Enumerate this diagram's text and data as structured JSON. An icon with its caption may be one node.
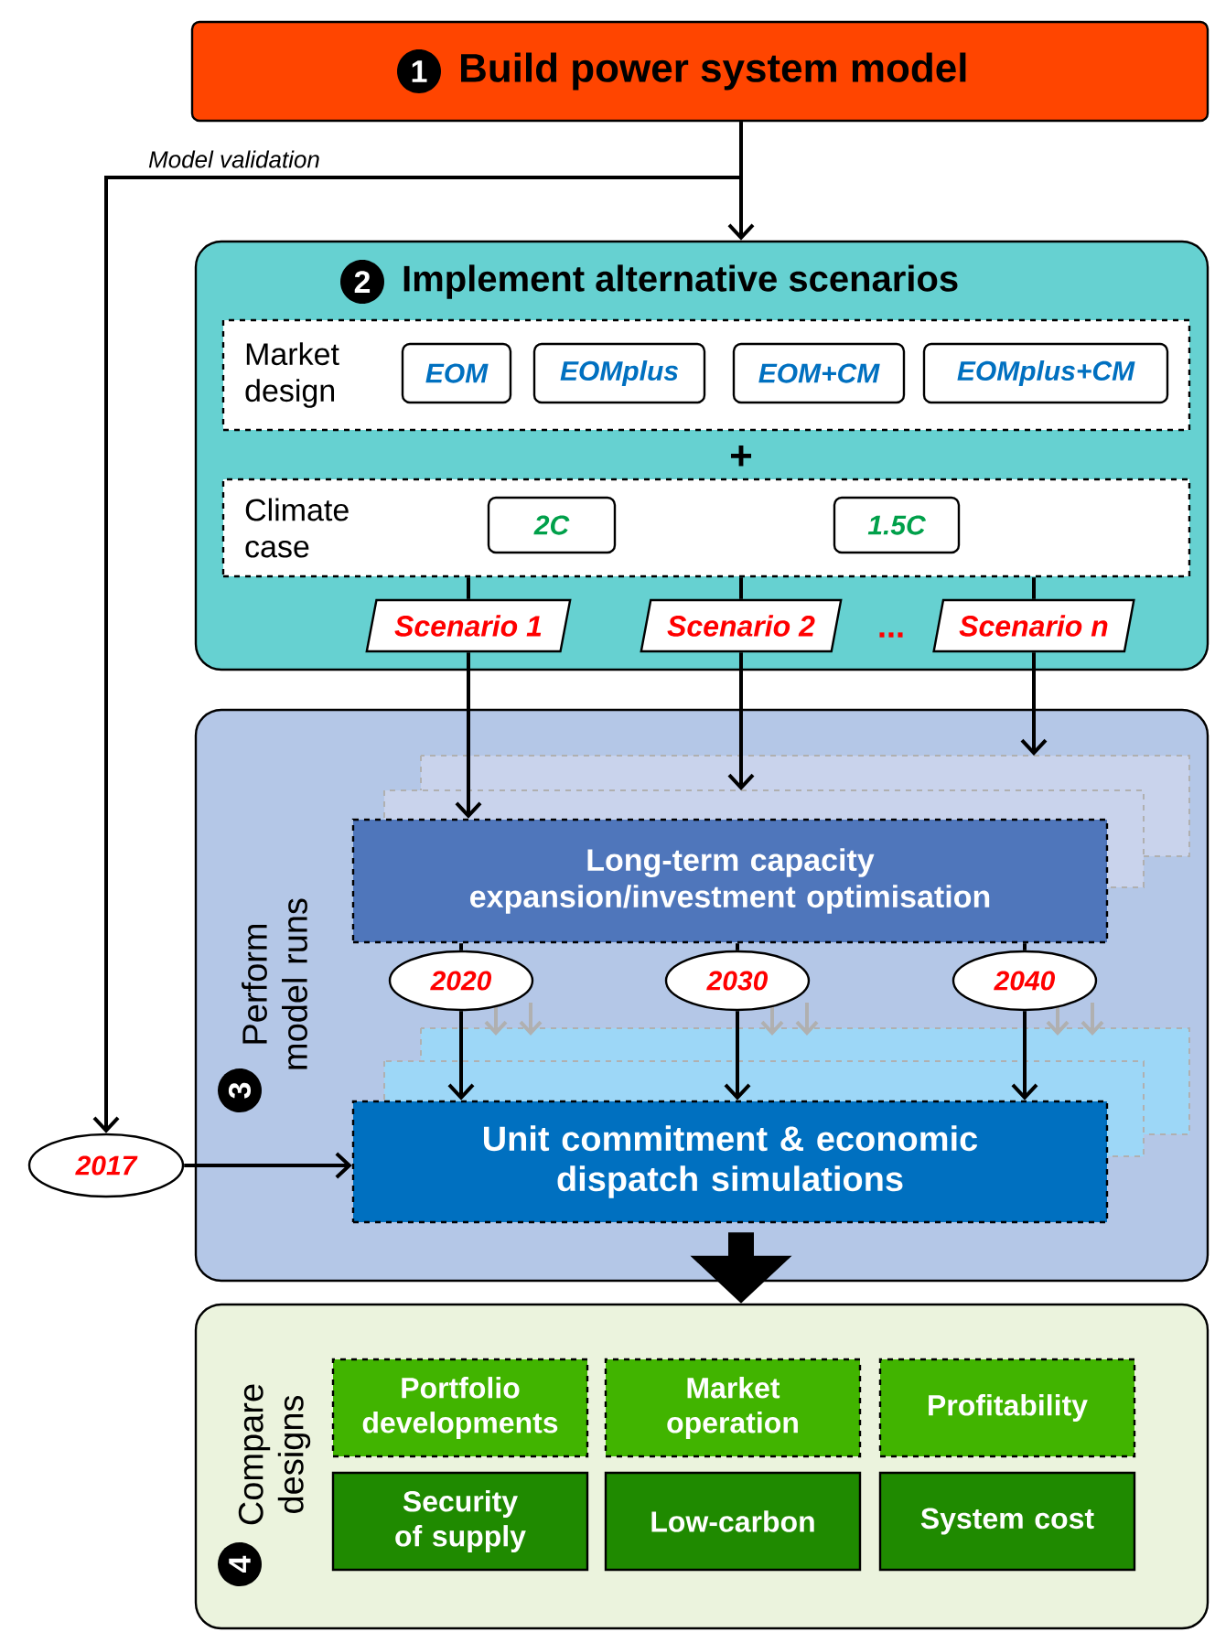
{
  "diagram": {
    "nodes": [
      {
        "text": [
          "1",
          "Build power system model"
        ]
      },
      {
        "text": [
          "2",
          "Implement alternative scenarios"
        ]
      },
      {
        "text": [
          "Market design"
        ],
        "in": 1
      },
      {
        "text": [
          "EOM"
        ],
        "in": 2
      },
      {
        "text": [
          "EOMplus"
        ],
        "in": 2
      },
      {
        "text": [
          "EOM+CM"
        ],
        "in": 2
      },
      {
        "text": [
          "EOMplus+CM"
        ],
        "in": 2
      },
      {
        "text": [
          "Climate case"
        ],
        "in": 1
      },
      {
        "text": [
          "2C"
        ],
        "in": 7
      },
      {
        "text": [
          "1.5C"
        ],
        "in": 7
      },
      {
        "text": [
          "Scenario 1"
        ],
        "in": 1
      },
      {
        "text": [
          "Scenario 2"
        ],
        "in": 1
      },
      {
        "text": [
          "Scenario n"
        ],
        "in": 1
      },
      {
        "text": [
          "3",
          "Perform model runs"
        ]
      },
      {
        "text": [
          "Long-term capacity expansion/investment optimisation"
        ],
        "in": 13
      },
      {
        "text": [
          "2020"
        ],
        "in": 13
      },
      {
        "text": [
          "2030"
        ],
        "in": 13
      },
      {
        "text": [
          "2040"
        ],
        "in": 13
      },
      {
        "text": [
          "2017"
        ]
      },
      {
        "text": [
          "Unit commitment & economic dispatch simulations"
        ],
        "in": 13
      },
      {
        "text": [
          "4",
          "Compare designs"
        ]
      },
      {
        "text": [
          "Portfolio developments"
        ],
        "in": 20
      },
      {
        "text": [
          "Market operation"
        ],
        "in": 20
      },
      {
        "text": [
          "Profitability"
        ],
        "in": 20
      },
      {
        "text": [
          "Security of supply"
        ],
        "in": 20
      },
      {
        "text": [
          "Low-carbon"
        ],
        "in": 20
      },
      {
        "text": [
          "System cost"
        ],
        "in": 20
      }
    ],
    "edges": [
      {
        "from": 0,
        "to": 1,
        "arrow": "to"
      },
      {
        "from": 0,
        "to": 18,
        "arrow": "to",
        "label": "Model validation"
      },
      {
        "from": 7,
        "to": 10,
        "arrow": "none"
      },
      {
        "from": 7,
        "to": 11,
        "arrow": "none"
      },
      {
        "from": 7,
        "to": 12,
        "arrow": "none"
      },
      {
        "from": 10,
        "to": 14,
        "arrow": "to"
      },
      {
        "from": 11,
        "to": null,
        "arrow": "to"
      },
      {
        "from": 12,
        "to": null,
        "arrow": "to"
      },
      {
        "from": 14,
        "to": 15,
        "arrow": "none"
      },
      {
        "from": 14,
        "to": 16,
        "arrow": "none"
      },
      {
        "from": 14,
        "to": 17,
        "arrow": "none"
      },
      {
        "from": 15,
        "to": 19,
        "arrow": "to"
      },
      {
        "from": 16,
        "to": 19,
        "arrow": "to"
      },
      {
        "from": 17,
        "to": 19,
        "arrow": "to"
      },
      {
        "from": 18,
        "to": 19,
        "arrow": "to"
      },
      {
        "from": 13,
        "to": 20,
        "arrow": "to",
        "style": "thick"
      }
    ],
    "labels": [
      "+",
      "..."
    ]
  }
}
